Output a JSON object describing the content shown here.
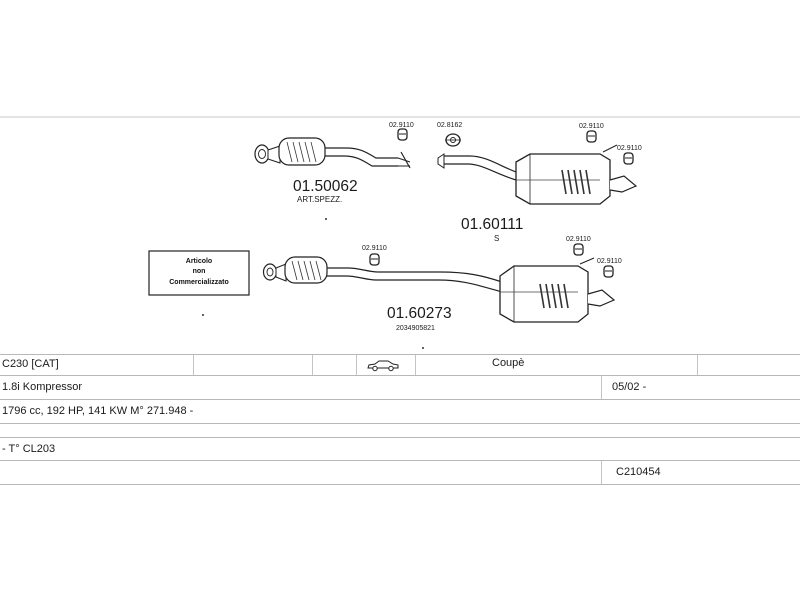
{
  "parts": {
    "upper_front_pipe": {
      "code": "01.50062",
      "note": "ART.SPEZZ."
    },
    "upper_rear_silencer": {
      "code": "01.60111",
      "note": "S"
    },
    "lower_assembly": {
      "code": "01.60273",
      "note": "2034905821"
    },
    "clamps": {
      "upper_front_clamp": "02.9110",
      "upper_gasket": "02.8162",
      "upper_rear_hanger_1": "02.9110",
      "upper_rear_hanger_2": "02.9110",
      "lower_front_clamp": "02.9110",
      "lower_rear_hanger_1": "02.9110",
      "lower_rear_hanger_2": "02.9110"
    }
  },
  "notice_box": {
    "line1": "Articolo",
    "line2": "non",
    "line3": "Commercializzato"
  },
  "spec": {
    "model": "C230  [CAT]",
    "body_type": "Coupè",
    "engine": "1.8i Kompressor",
    "date_from": "05/02 -",
    "power": "1796 cc, 192 HP, 141 KW M° 271.948 -",
    "chassis": "- T° CL203",
    "catalog_number": "C210454"
  }
}
